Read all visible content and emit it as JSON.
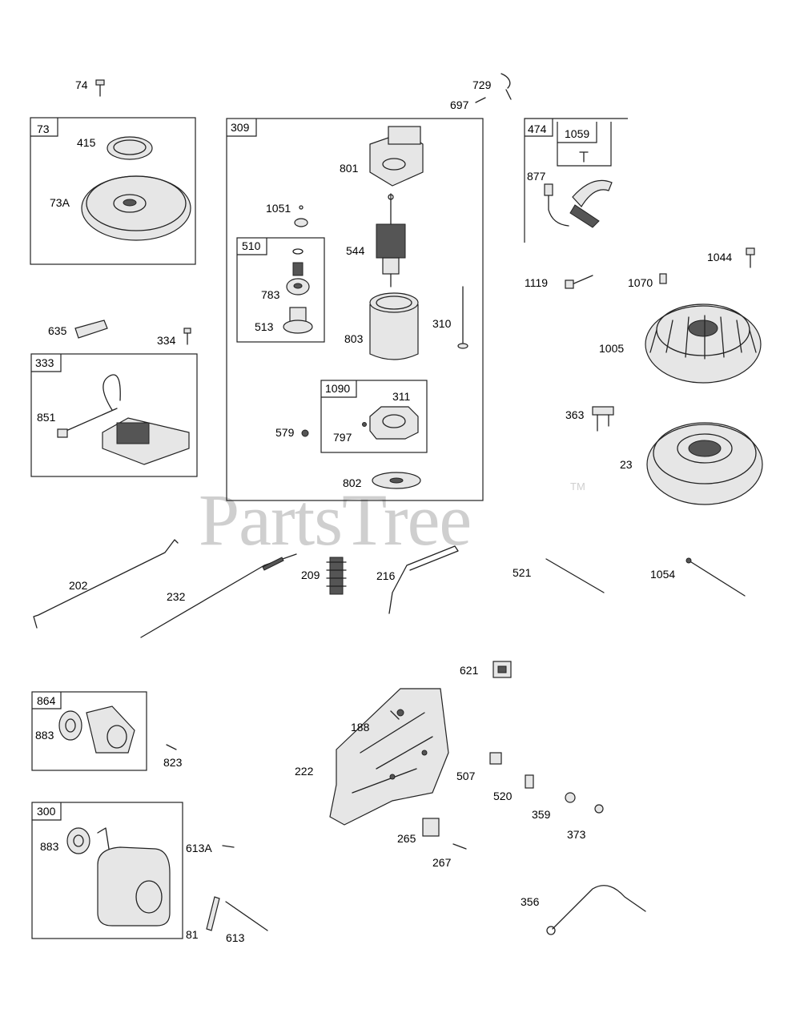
{
  "watermark": {
    "text": "PartsTree",
    "tm": "TM"
  },
  "labels": {
    "p74": "74",
    "p729": "729",
    "p697": "697",
    "p73": "73",
    "p415": "415",
    "p73A": "73A",
    "p309": "309",
    "p801": "801",
    "p1051": "1051",
    "p544": "544",
    "p510": "510",
    "p783": "783",
    "p513": "513",
    "p803": "803",
    "p310": "310",
    "p1090": "1090",
    "p311": "311",
    "p579": "579",
    "p797": "797",
    "p802": "802",
    "p474": "474",
    "p1059": "1059",
    "p877": "877",
    "p1044": "1044",
    "p1119": "1119",
    "p1070": "1070",
    "p1005": "1005",
    "p363": "363",
    "p23": "23",
    "p635": "635",
    "p334": "334",
    "p333": "333",
    "p851": "851",
    "p202": "202",
    "p232": "232",
    "p209": "209",
    "p216": "216",
    "p521": "521",
    "p1054": "1054",
    "p621": "621",
    "p188": "188",
    "p222": "222",
    "p507": "507",
    "p520": "520",
    "p359": "359",
    "p373": "373",
    "p265": "265",
    "p267": "267",
    "p864": "864",
    "p883a": "883",
    "p823": "823",
    "p300": "300",
    "p883b": "883",
    "p613A": "613A",
    "p81": "81",
    "p613": "613",
    "p356": "356"
  }
}
